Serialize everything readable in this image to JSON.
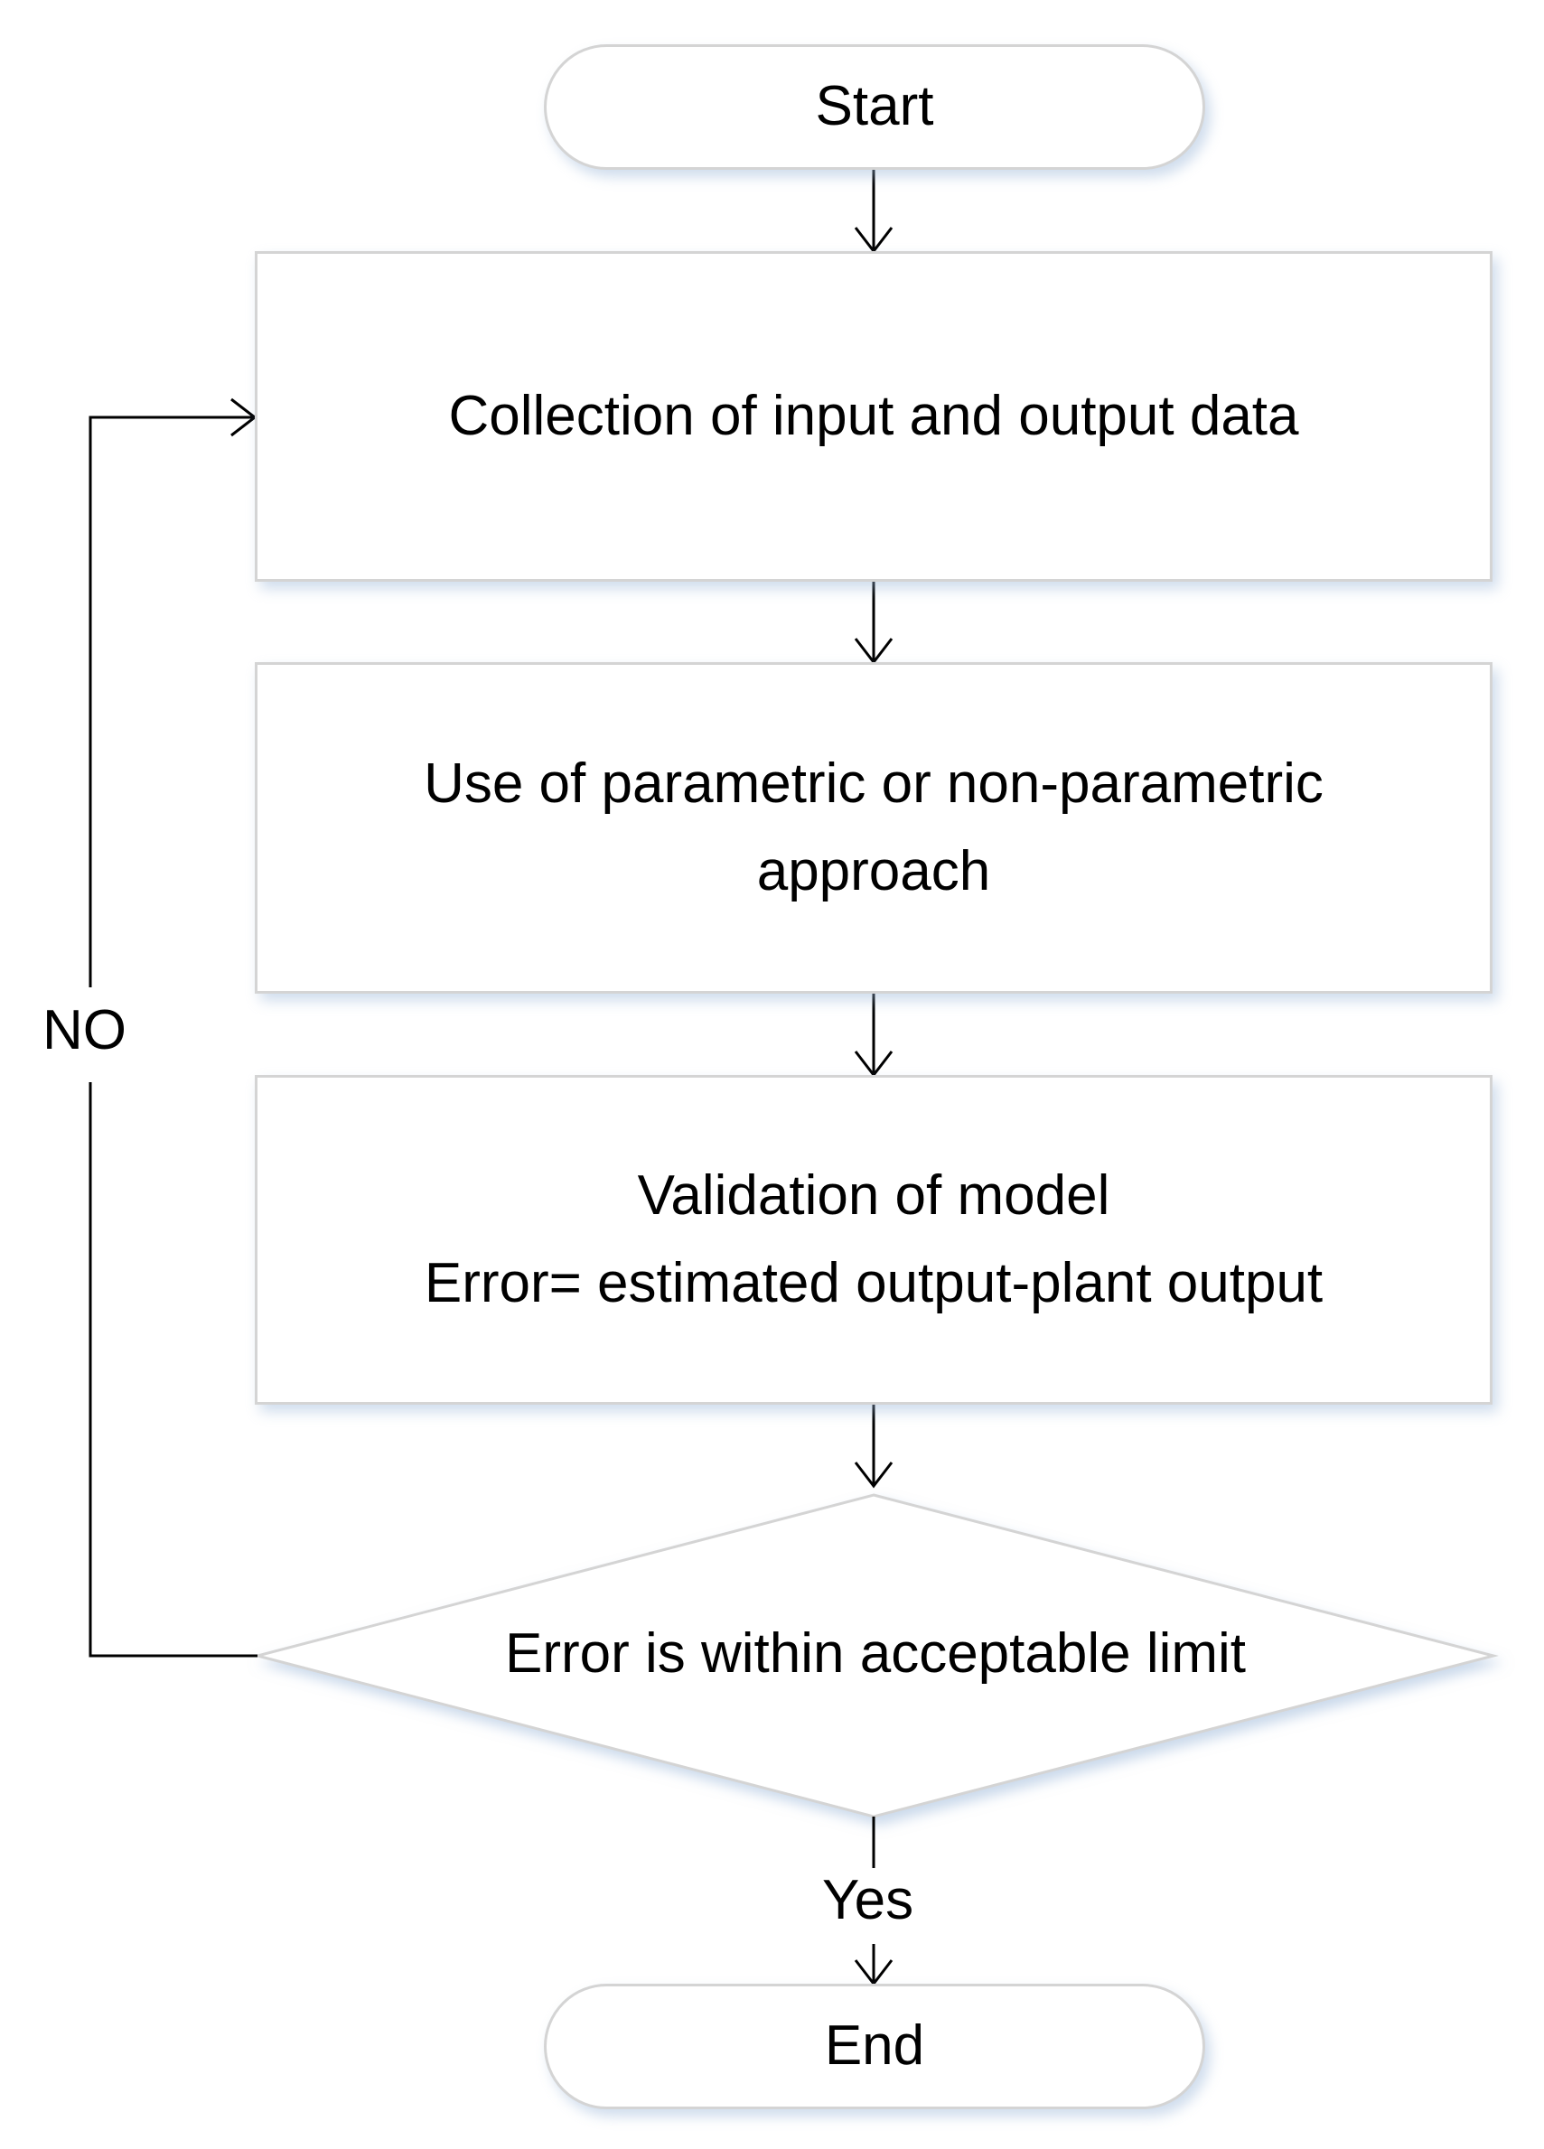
{
  "flowchart": {
    "start": "Start",
    "step1": "Collection of input and output data",
    "step2_lines": [
      "Use of parametric or non-parametric",
      "approach"
    ],
    "step3_lines": [
      "Validation of model",
      "Error= estimated output-plant output"
    ],
    "decision": "Error is within acceptable limit",
    "yes_label": "Yes",
    "no_label": "NO",
    "end": "End"
  },
  "colors": {
    "box_border": "#d4d4d4",
    "shadow": "#96b4d7",
    "line": "#000000"
  }
}
